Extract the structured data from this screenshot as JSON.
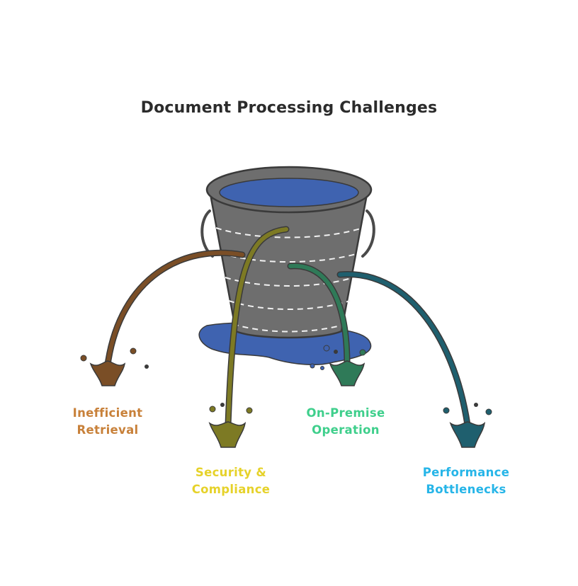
{
  "title": "Document Processing Challenges",
  "leaks": [
    {
      "line1": "Inefficient",
      "line2": "Retrieval",
      "color": "#c8813a",
      "stream_color": "#7a4e26"
    },
    {
      "line1": "Security &",
      "line2": "Compliance",
      "color": "#e6d22a",
      "stream_color": "#7d7a24"
    },
    {
      "line1": "On-Premise",
      "line2": "Operation",
      "color": "#3fcf8c",
      "stream_color": "#2f7a58"
    },
    {
      "line1": "Performance",
      "line2": "Bottlenecks",
      "color": "#26b5e8",
      "stream_color": "#1f5f6e"
    }
  ],
  "colors": {
    "bucket": "#6e6e6e",
    "bucket_outline": "#3a3a3a",
    "water": "#3f63b0",
    "text": "#2b2b2b"
  }
}
